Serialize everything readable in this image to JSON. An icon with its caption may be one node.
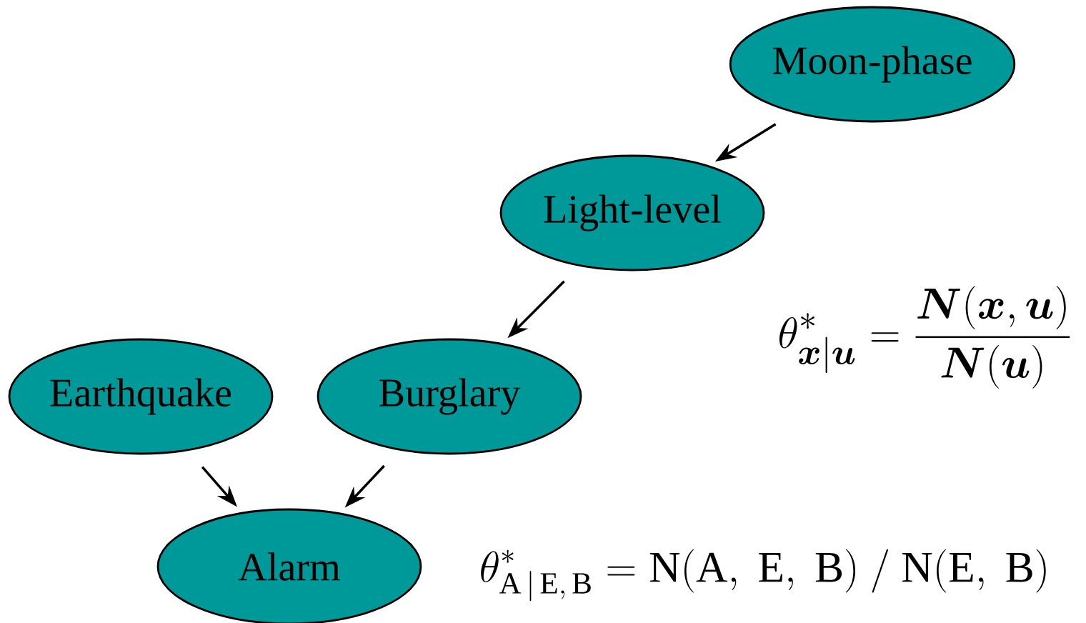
{
  "diagram": {
    "nodes": [
      {
        "text": [
          "Moon-phase"
        ]
      },
      {
        "text": [
          "Light-level"
        ]
      },
      {
        "text": [
          "Earthquake"
        ]
      },
      {
        "text": [
          "Burglary"
        ]
      },
      {
        "text": [
          "Alarm"
        ]
      }
    ],
    "edges": [
      {
        "from": 0,
        "to": 1,
        "arrow": "to"
      },
      {
        "from": 1,
        "to": 3,
        "arrow": "to"
      },
      {
        "from": 2,
        "to": 4,
        "arrow": "to"
      },
      {
        "from": 3,
        "to": 4,
        "arrow": "to"
      }
    ],
    "labels": [
      "\\theta^{*}_{\\boldsymbol{x}|\\boldsymbol{u}} = \\frac{\\boldsymbol{N}(\\boldsymbol{x},\\boldsymbol{u})}{\\boldsymbol{N}(\\boldsymbol{u})}",
      "\\theta^{*}_{\\mathrm{A\\,|\\,E,\\,B}} = \\mathrm{N(A,\\ E,\\ B)\\ /\\ N(E,\\ B)}"
    ]
  }
}
